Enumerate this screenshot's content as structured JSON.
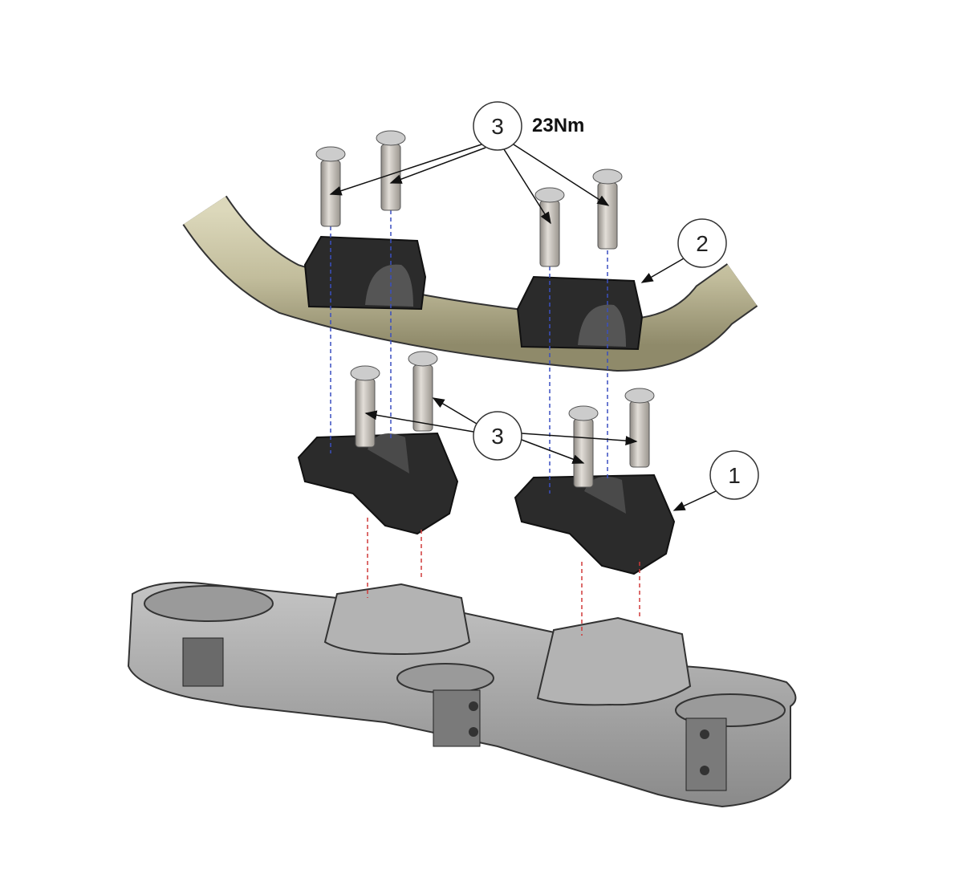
{
  "callouts": {
    "top_bolts": {
      "number": "3",
      "torque": "23Nm"
    },
    "handlebar_clamp": {
      "number": "2"
    },
    "lower_bolts": {
      "number": "3"
    },
    "riser": {
      "number": "1"
    }
  },
  "colors": {
    "handlebar": "#c9c5a6",
    "clamp_parts": "#2b2b2b",
    "triple_clamp": "#a9a9a9",
    "bolts": "#bcb8b0",
    "upper_guides": "#3a4fc0",
    "lower_guides": "#d03a3a"
  }
}
